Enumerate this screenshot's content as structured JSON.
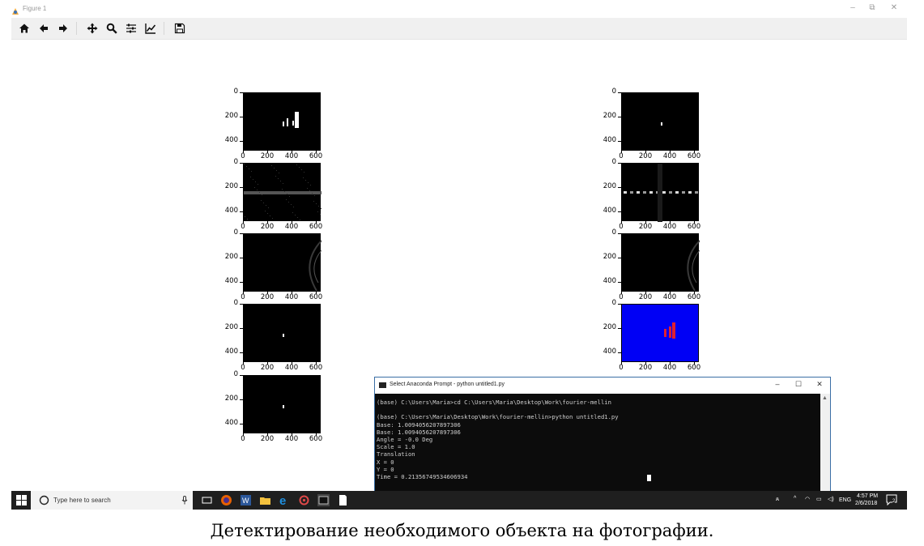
{
  "window": {
    "title": "Figure 1",
    "controls": [
      "–",
      "⧉",
      "✕"
    ]
  },
  "toolbar": {
    "buttons": [
      "home-icon",
      "back-icon",
      "forward-icon",
      "pan-icon",
      "zoom-icon",
      "configure-subplots-icon",
      "edit-axes-icon",
      "save-icon"
    ]
  },
  "plots": {
    "xticks": [
      "0",
      "200",
      "400",
      "600"
    ],
    "yticks": [
      "0",
      "200",
      "400"
    ]
  },
  "console": {
    "title": "Select Anaconda Prompt - python  untitled1.py",
    "lines": [
      "(base) C:\\Users\\Maria>cd C:\\Users\\Maria\\Desktop\\Work\\fourier-mellin",
      "",
      "(base) C:\\Users\\Maria\\Desktop\\Work\\fourier-mellin>python untitled1.py",
      "Base: 1.0094056207897306",
      "Base: 1.0094056207897306",
      "Angle = -0.0 Deg",
      "Scale = 1.0",
      "Translation",
      "X = 0",
      "Y = 0",
      "Time = 0.21356749534606934"
    ]
  },
  "taskbar": {
    "search_placeholder": "Type here to search",
    "language": "ENG",
    "time": "4:57 PM",
    "date": "2/6/2018",
    "notification_count": "2"
  },
  "caption": "Детектирование необходимого объекта на фотографии."
}
